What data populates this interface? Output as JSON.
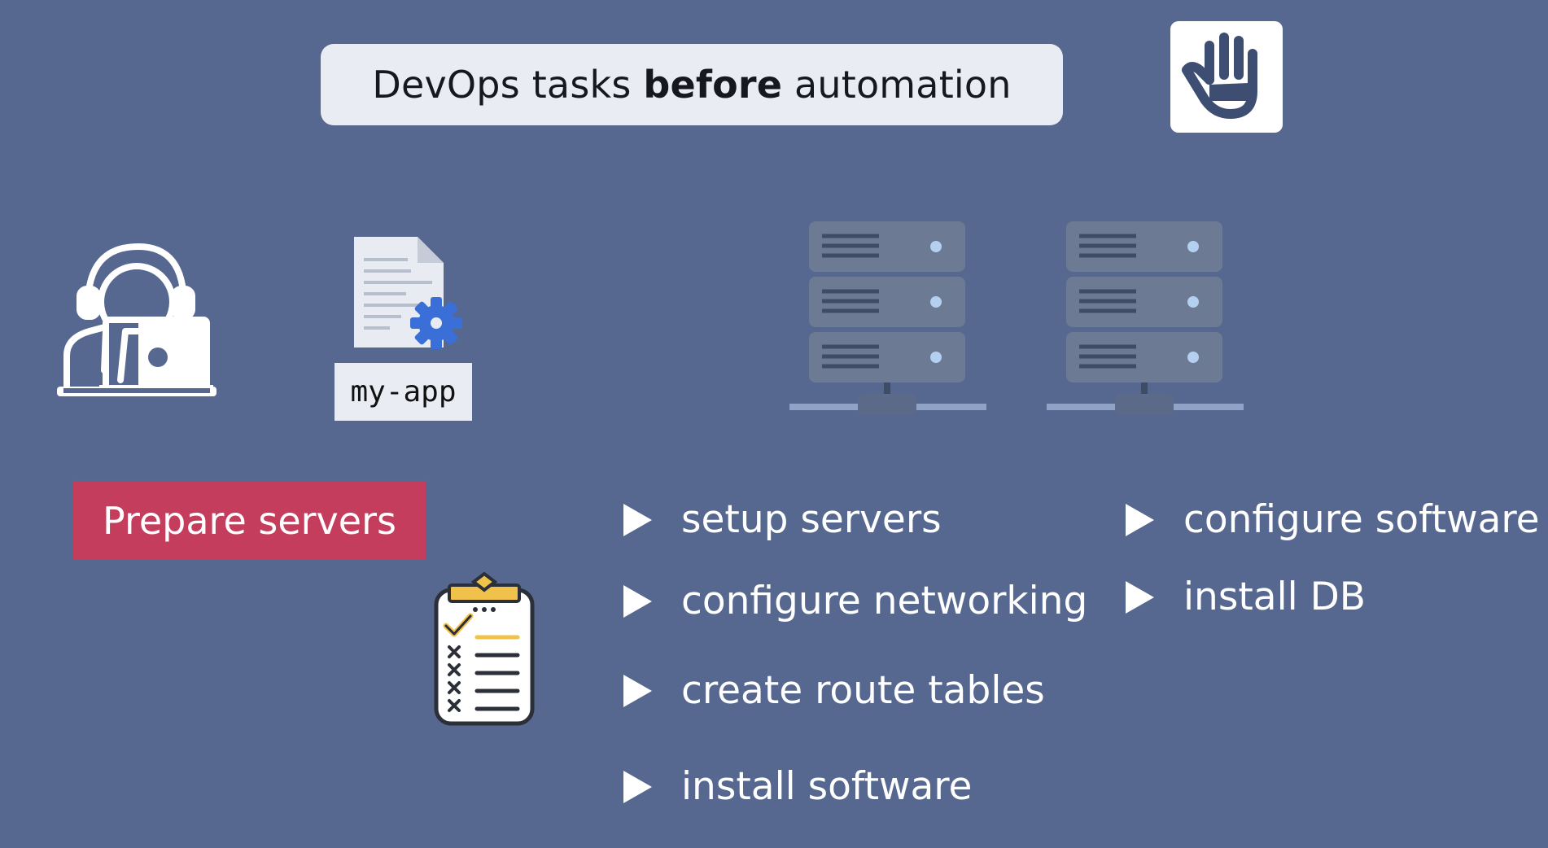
{
  "title": {
    "prefix": "DevOps tasks ",
    "emphasis": "before",
    "suffix": " automation"
  },
  "app_file": {
    "label": "my-app"
  },
  "prepare": {
    "label": "Prepare servers"
  },
  "tasks_left": [
    "setup servers",
    "configure networking",
    "create route tables",
    "install software"
  ],
  "tasks_right": [
    "configure software",
    "install DB"
  ],
  "icons": {
    "engineer": "engineer-with-laptop-icon",
    "app_file": "document-gear-icon",
    "servers": "server-rack-icon",
    "checklist": "clipboard-checklist-icon",
    "hand": "raised-hand-icon"
  },
  "colors": {
    "background": "#56688f",
    "accent": "#c53d5c",
    "banner": "#e9ecf2",
    "server": "#6c7a94"
  }
}
